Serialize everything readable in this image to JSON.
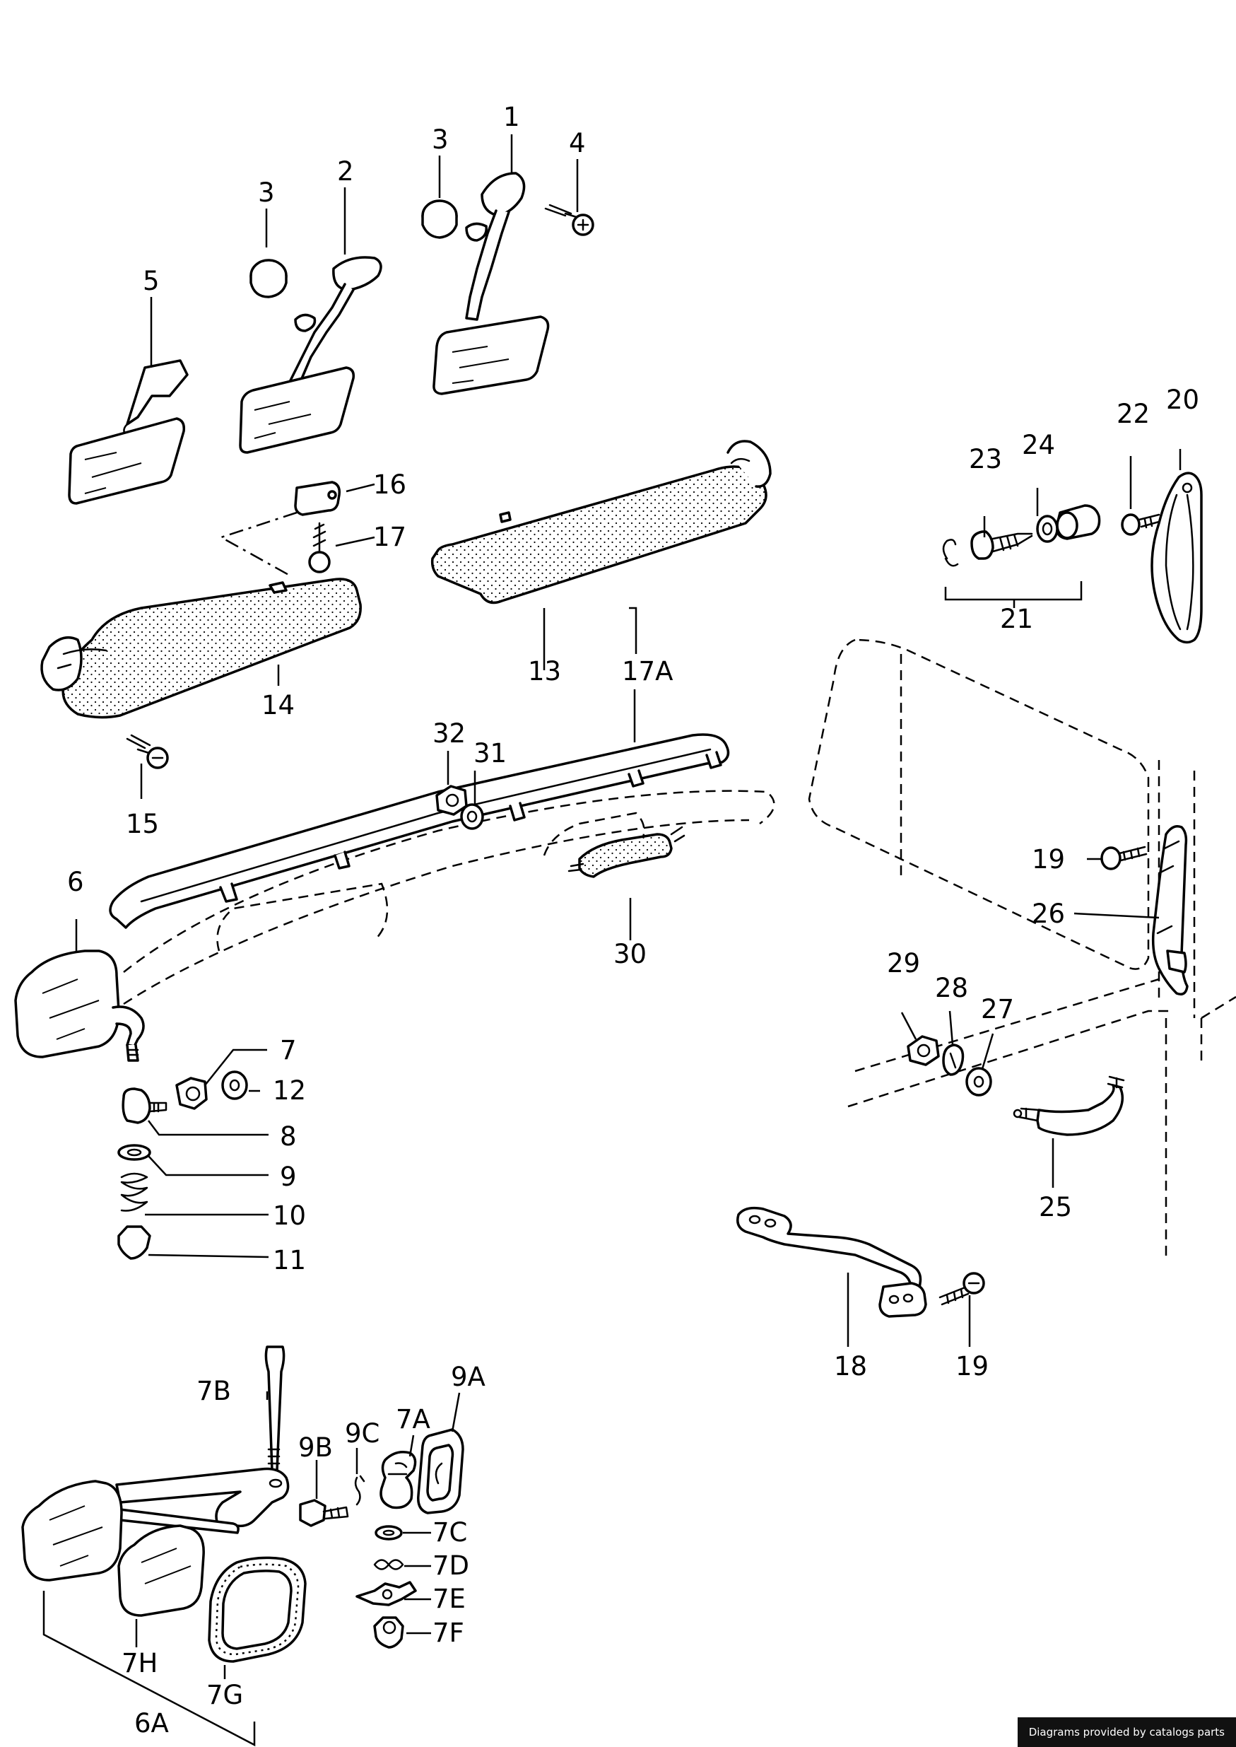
{
  "credit": "Diagrams provided by catalogs parts",
  "callouts": [
    {
      "id": "1",
      "label": "1"
    },
    {
      "id": "2",
      "label": "2"
    },
    {
      "id": "3a",
      "label": "3"
    },
    {
      "id": "3b",
      "label": "3"
    },
    {
      "id": "4",
      "label": "4"
    },
    {
      "id": "5",
      "label": "5"
    },
    {
      "id": "6",
      "label": "6"
    },
    {
      "id": "6A",
      "label": "6A"
    },
    {
      "id": "7",
      "label": "7"
    },
    {
      "id": "7A",
      "label": "7A"
    },
    {
      "id": "7B",
      "label": "7B"
    },
    {
      "id": "7C",
      "label": "7C"
    },
    {
      "id": "7D",
      "label": "7D"
    },
    {
      "id": "7E",
      "label": "7E"
    },
    {
      "id": "7F",
      "label": "7F"
    },
    {
      "id": "7G",
      "label": "7G"
    },
    {
      "id": "7H",
      "label": "7H"
    },
    {
      "id": "8",
      "label": "8"
    },
    {
      "id": "9",
      "label": "9"
    },
    {
      "id": "9A",
      "label": "9A"
    },
    {
      "id": "9B",
      "label": "9B"
    },
    {
      "id": "9C",
      "label": "9C"
    },
    {
      "id": "10",
      "label": "10"
    },
    {
      "id": "11",
      "label": "11"
    },
    {
      "id": "12",
      "label": "12"
    },
    {
      "id": "13",
      "label": "13"
    },
    {
      "id": "14",
      "label": "14"
    },
    {
      "id": "15",
      "label": "15"
    },
    {
      "id": "16",
      "label": "16"
    },
    {
      "id": "17",
      "label": "17"
    },
    {
      "id": "17A",
      "label": "17A"
    },
    {
      "id": "18",
      "label": "18"
    },
    {
      "id": "19a",
      "label": "19"
    },
    {
      "id": "19b",
      "label": "19"
    },
    {
      "id": "20",
      "label": "20"
    },
    {
      "id": "21",
      "label": "21"
    },
    {
      "id": "22",
      "label": "22"
    },
    {
      "id": "23",
      "label": "23"
    },
    {
      "id": "24",
      "label": "24"
    },
    {
      "id": "25",
      "label": "25"
    },
    {
      "id": "26",
      "label": "26"
    },
    {
      "id": "27",
      "label": "27"
    },
    {
      "id": "28",
      "label": "28"
    },
    {
      "id": "29",
      "label": "29"
    },
    {
      "id": "30",
      "label": "30"
    },
    {
      "id": "31",
      "label": "31"
    },
    {
      "id": "32",
      "label": "32"
    }
  ]
}
